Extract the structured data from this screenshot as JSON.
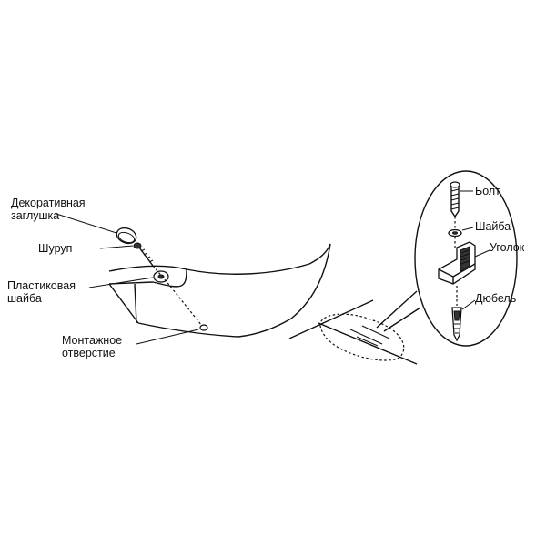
{
  "labels": {
    "decorative_cap": [
      "Декоративная",
      "заглушка"
    ],
    "screw": "Шуруп",
    "plastic_washer": [
      "Пластиковая",
      "шайба"
    ],
    "mounting_hole": [
      "Монтажное",
      "отверстие"
    ],
    "bolt": "Болт",
    "washer": "Шайба",
    "bracket": "Уголок",
    "dowel": "Дюбель"
  },
  "colors": {
    "ink": "#111111",
    "background": "#ffffff"
  }
}
